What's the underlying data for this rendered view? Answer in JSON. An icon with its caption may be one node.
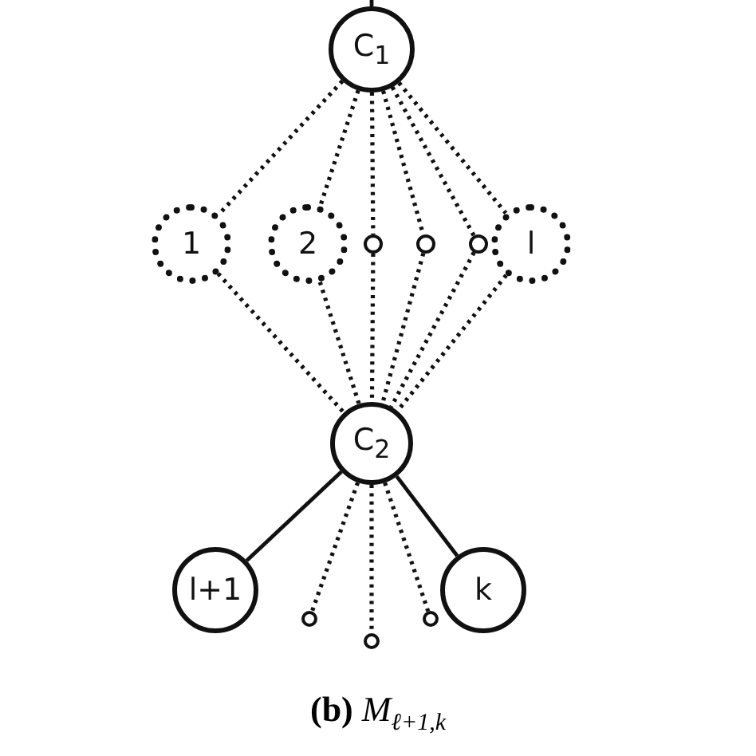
{
  "diagram": {
    "caption": "**(b)** *M*$_{ℓ+1,k}$",
    "nodes": [
      {
        "text": [
          "C$_{1}$"
        ]
      },
      {
        "text": [
          "1"
        ]
      },
      {
        "text": [
          "2"
        ]
      },
      {
        "text": [],
        "shape": "circle"
      },
      {
        "text": [],
        "shape": "circle"
      },
      {
        "text": [],
        "shape": "circle"
      },
      {
        "text": [
          "l"
        ]
      },
      {
        "text": [
          "C$_{2}$"
        ]
      },
      {
        "text": [
          "l+1"
        ]
      },
      {
        "text": [],
        "shape": "circle"
      },
      {
        "text": [],
        "shape": "circle"
      },
      {
        "text": [],
        "shape": "circle"
      },
      {
        "text": [
          "k"
        ]
      }
    ],
    "edges": [
      {
        "from": null,
        "to": 0,
        "arrow": "none"
      },
      {
        "from": 0,
        "to": 1,
        "arrow": "none",
        "style": "dashed"
      },
      {
        "from": 0,
        "to": 2,
        "arrow": "none",
        "style": "dashed"
      },
      {
        "from": 0,
        "to": 3,
        "arrow": "none",
        "style": "dashed"
      },
      {
        "from": 0,
        "to": 4,
        "arrow": "none",
        "style": "dashed"
      },
      {
        "from": 0,
        "to": 5,
        "arrow": "none",
        "style": "dashed"
      },
      {
        "from": 0,
        "to": 6,
        "arrow": "none",
        "style": "dashed"
      },
      {
        "from": 1,
        "to": 7,
        "arrow": "none",
        "style": "dashed"
      },
      {
        "from": 2,
        "to": 7,
        "arrow": "none",
        "style": "dashed"
      },
      {
        "from": 3,
        "to": 7,
        "arrow": "none",
        "style": "dashed"
      },
      {
        "from": 4,
        "to": 7,
        "arrow": "none",
        "style": "dashed"
      },
      {
        "from": 5,
        "to": 7,
        "arrow": "none",
        "style": "dashed"
      },
      {
        "from": 6,
        "to": 7,
        "arrow": "none",
        "style": "dashed"
      },
      {
        "from": 7,
        "to": 8,
        "arrow": "none"
      },
      {
        "from": 7,
        "to": 9,
        "arrow": "none",
        "style": "dashed"
      },
      {
        "from": 7,
        "to": 10,
        "arrow": "none",
        "style": "dashed"
      },
      {
        "from": 7,
        "to": 11,
        "arrow": "none",
        "style": "dashed"
      },
      {
        "from": 7,
        "to": 12,
        "arrow": "none"
      }
    ]
  }
}
